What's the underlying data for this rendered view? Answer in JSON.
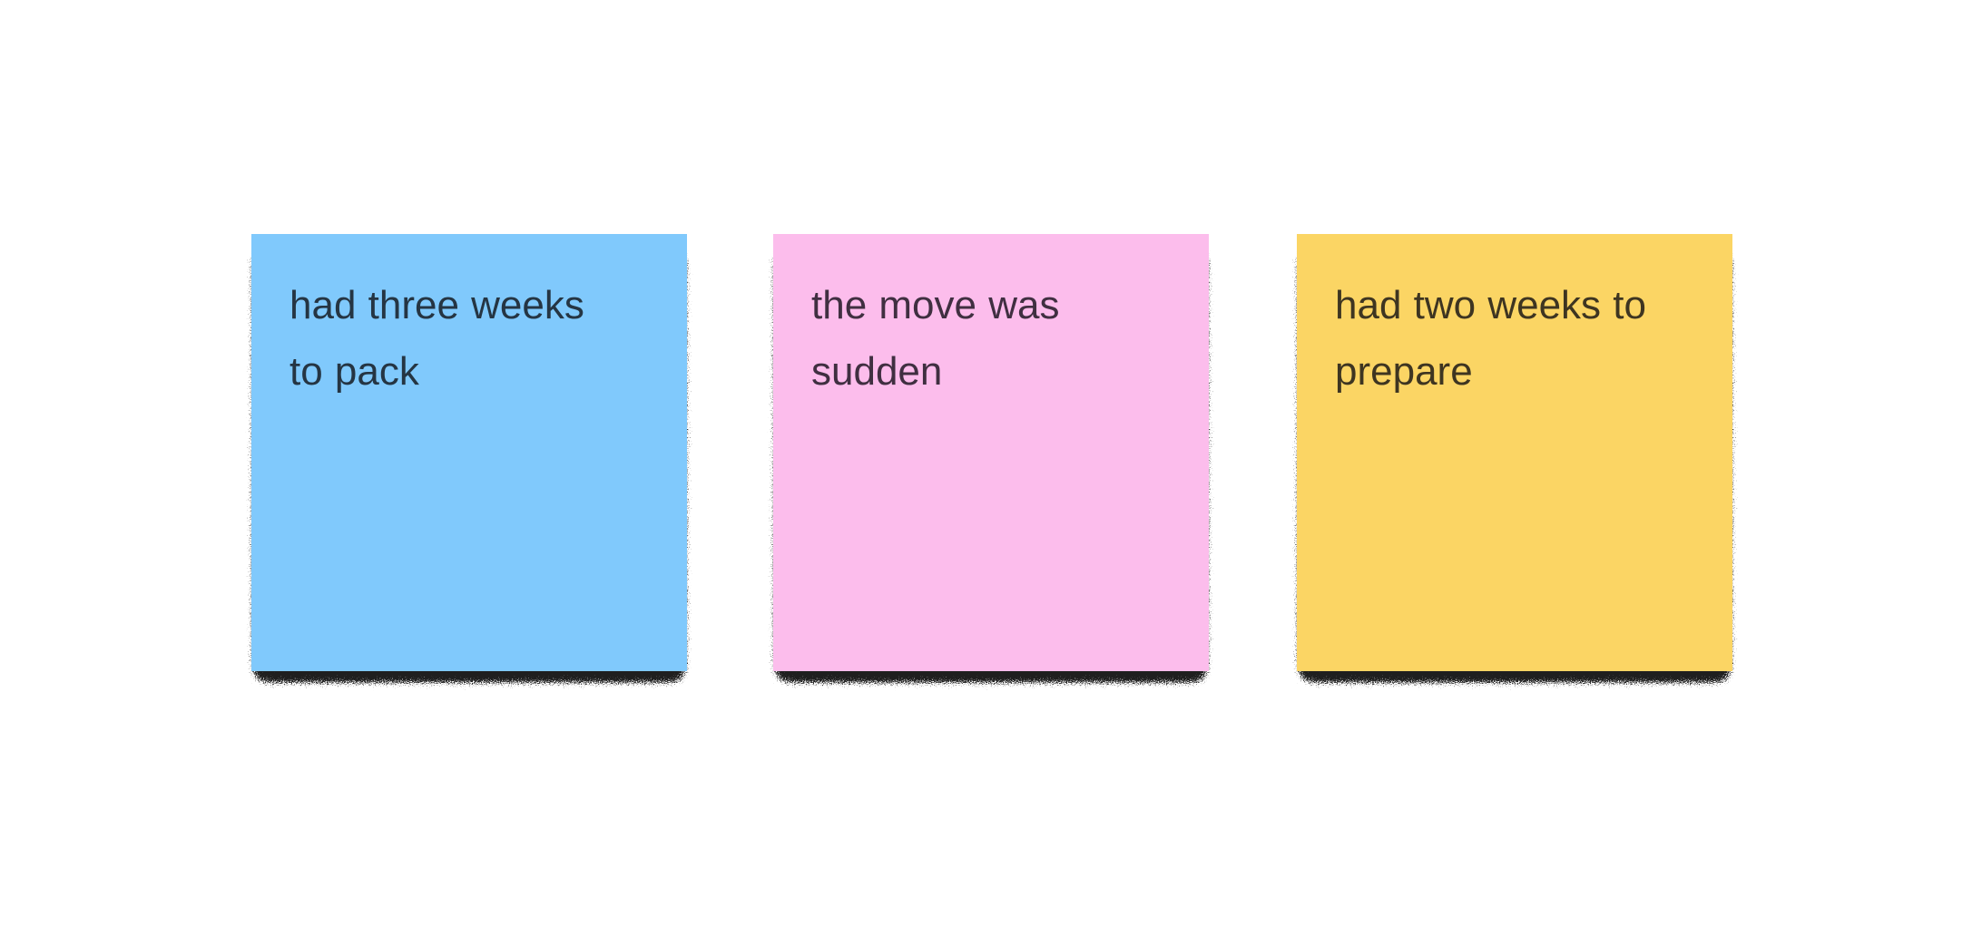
{
  "board": {
    "background_color": "#ffffff",
    "shadow_color": "#000000"
  },
  "notes": [
    {
      "name": "blue-note",
      "text": "had three weeks to pack",
      "lines": [
        "had three weeks",
        "to pack"
      ],
      "background_color": "#80C9FC",
      "text_color": "#253543"
    },
    {
      "name": "pink-note",
      "text": "the move was sudden",
      "lines": [
        "the move was",
        "sudden"
      ],
      "background_color": "#FCBDEC",
      "text_color": "#402F41"
    },
    {
      "name": "yellow-note",
      "text": "had two weeks to prepare",
      "lines": [
        "had two weeks to",
        "prepare"
      ],
      "background_color": "#FBD564",
      "text_color": "#3E3521"
    }
  ]
}
